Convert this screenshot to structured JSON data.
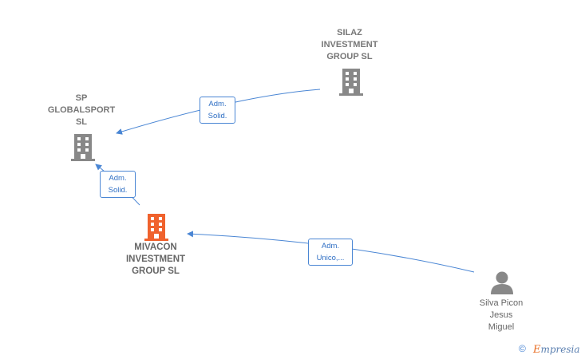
{
  "nodes": {
    "silaz": {
      "label": "SILAZ\nINVESTMENT\nGROUP  SL",
      "type": "company"
    },
    "sp": {
      "label": "SP\nGLOBALSPORT\nSL",
      "type": "company"
    },
    "mivacon": {
      "label": "MIVACON\nINVESTMENT\nGROUP  SL",
      "type": "company-focus"
    },
    "silva": {
      "label": "Silva Picon\nJesus\nMiguel",
      "type": "person"
    }
  },
  "edges": {
    "silaz_sp": {
      "label": "Adm.\nSolid."
    },
    "mivacon_sp": {
      "label": "Adm.\nSolid."
    },
    "silva_mivacon": {
      "label": "Adm.\nUnico,..."
    }
  },
  "footer": {
    "copyright": "©",
    "brand_initial": "E",
    "brand_rest": "mpresia"
  },
  "colors": {
    "edge": "#4a86d4",
    "company_icon": "#888888",
    "focus_icon": "#f0622d",
    "person_icon": "#888888"
  },
  "icons": {
    "company": "building-icon",
    "focus": "building-icon",
    "person": "person-icon"
  }
}
